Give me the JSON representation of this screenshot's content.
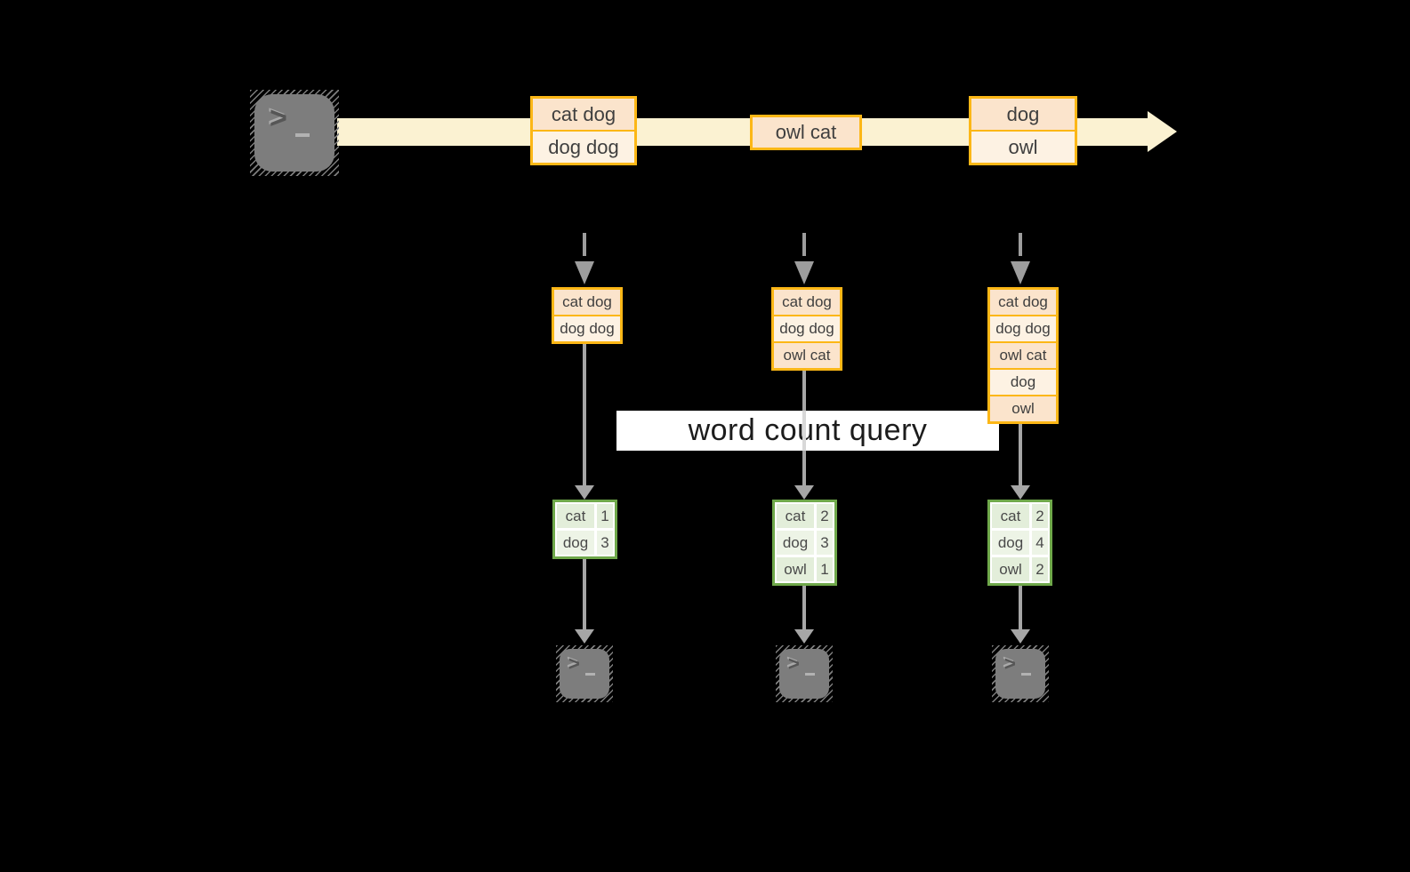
{
  "terminal": {
    "prompt": ">"
  },
  "query_banner": {
    "label": "word count query"
  },
  "stream": {
    "batches": [
      {
        "records": [
          "cat dog",
          "dog dog"
        ]
      },
      {
        "records": [
          "owl cat"
        ]
      },
      {
        "records": [
          "dog",
          "owl"
        ]
      }
    ]
  },
  "stages": [
    {
      "buffered_records": [
        "cat dog",
        "dog dog"
      ],
      "counts": [
        {
          "word": "cat",
          "count": 1
        },
        {
          "word": "dog",
          "count": 3
        }
      ]
    },
    {
      "buffered_records": [
        "cat dog",
        "dog dog",
        "owl cat"
      ],
      "counts": [
        {
          "word": "cat",
          "count": 2
        },
        {
          "word": "dog",
          "count": 3
        },
        {
          "word": "owl",
          "count": 1
        }
      ]
    },
    {
      "buffered_records": [
        "cat dog",
        "dog dog",
        "owl cat",
        "dog",
        "owl"
      ],
      "counts": [
        {
          "word": "cat",
          "count": 2
        },
        {
          "word": "dog",
          "count": 4
        },
        {
          "word": "owl",
          "count": 2
        }
      ]
    }
  ],
  "colors": {
    "accent_orange": "#fcb716",
    "fill_peach": "#fbe4cc",
    "fill_cream": "#fdf2e3",
    "stream_band": "#fbf2d2",
    "accent_green": "#6fa84a",
    "fill_green_dark": "#e3eeda",
    "fill_green_light": "#edf4e6",
    "arrow_gray": "#a6a6a6",
    "terminal_gray": "#7d7d7d",
    "banner_bg": "#ffffff",
    "background": "#000000"
  }
}
